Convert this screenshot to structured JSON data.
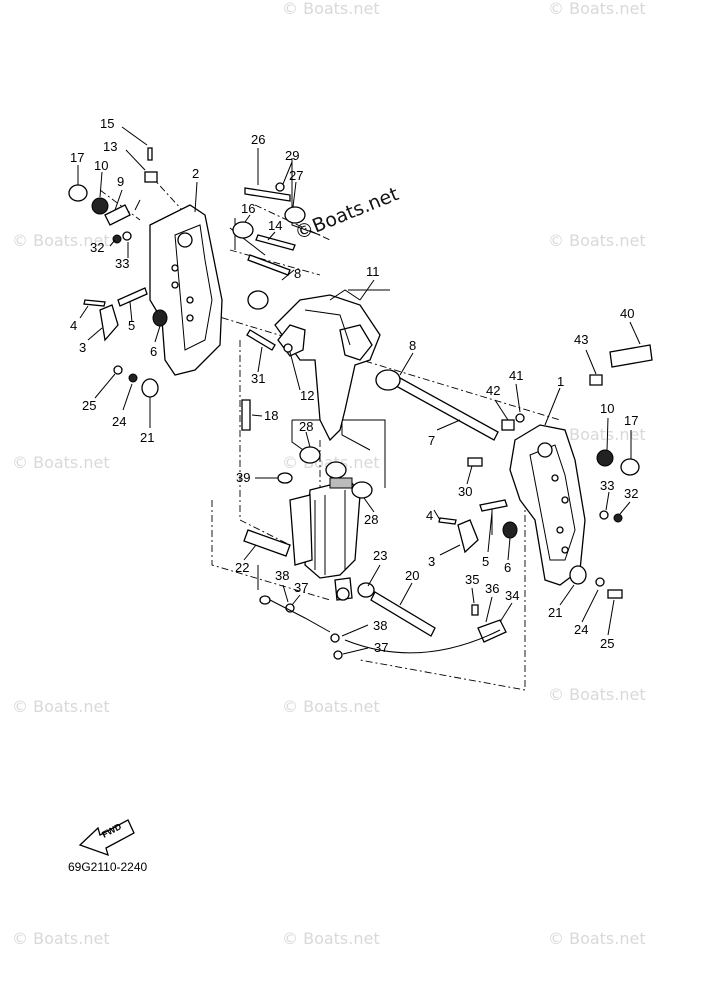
{
  "callouts": {
    "n15": "15",
    "n13": "13",
    "n17_left": "17",
    "n10_left": "10",
    "n9": "9",
    "n32_left": "32",
    "n33_left": "33",
    "n2": "2",
    "n26": "26",
    "n29": "29",
    "n27": "27",
    "n16": "16",
    "n14": "14",
    "n8_upper": "8",
    "n11": "11",
    "n4_left": "4",
    "n5_left": "5",
    "n3_left": "3",
    "n6_left": "6",
    "n31": "31",
    "n12": "12",
    "n8_right": "8",
    "n25_left": "25",
    "n24_left": "24",
    "n21_left": "21",
    "n18": "18",
    "n7": "7",
    "n28_upper": "28",
    "n39": "39",
    "n28_lower": "28",
    "n40": "40",
    "n43": "43",
    "n41": "41",
    "n42": "42",
    "n1": "1",
    "n10_right": "10",
    "n17_right": "17",
    "n30": "30",
    "n33_right": "33",
    "n32_right": "32",
    "n4_right": "4",
    "n3_right": "3",
    "n5_right": "5",
    "n6_right": "6",
    "n22": "22",
    "n38_upper": "38",
    "n37_upper": "37",
    "n23": "23",
    "n20": "20",
    "n35": "35",
    "n36": "36",
    "n34": "34",
    "n21_right": "21",
    "n24_right": "24",
    "n25_right": "25",
    "n38_lower": "38",
    "n37_lower": "37"
  },
  "watermark": {
    "text": "© Boats.net",
    "prominent": "©Boats.net"
  },
  "fwd_label": "FWD",
  "part_number": "69G2110-2240"
}
